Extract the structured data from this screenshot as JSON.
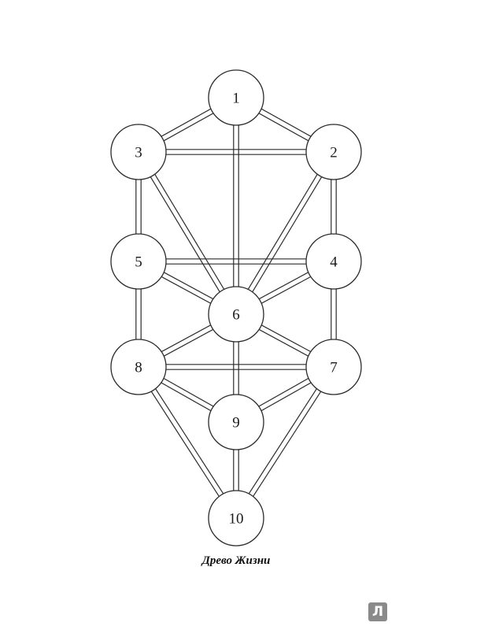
{
  "caption": "Древо Жизни",
  "logo_letter": "Л",
  "colors": {
    "line": "#2b2b2b",
    "node_fill": "#ffffff",
    "logo_bg": "#8a8a8a"
  },
  "nodes": [
    {
      "id": "1",
      "label": "1"
    },
    {
      "id": "2",
      "label": "2"
    },
    {
      "id": "3",
      "label": "3"
    },
    {
      "id": "4",
      "label": "4"
    },
    {
      "id": "5",
      "label": "5"
    },
    {
      "id": "6",
      "label": "6"
    },
    {
      "id": "7",
      "label": "7"
    },
    {
      "id": "8",
      "label": "8"
    },
    {
      "id": "9",
      "label": "9"
    },
    {
      "id": "10",
      "label": "10"
    }
  ],
  "paths": [
    [
      "1",
      "2"
    ],
    [
      "1",
      "3"
    ],
    [
      "1",
      "6"
    ],
    [
      "2",
      "3"
    ],
    [
      "2",
      "4"
    ],
    [
      "2",
      "6"
    ],
    [
      "3",
      "5"
    ],
    [
      "3",
      "6"
    ],
    [
      "4",
      "5"
    ],
    [
      "4",
      "6"
    ],
    [
      "4",
      "7"
    ],
    [
      "5",
      "6"
    ],
    [
      "5",
      "8"
    ],
    [
      "6",
      "7"
    ],
    [
      "6",
      "8"
    ],
    [
      "6",
      "9"
    ],
    [
      "7",
      "8"
    ],
    [
      "7",
      "9"
    ],
    [
      "7",
      "10"
    ],
    [
      "8",
      "9"
    ],
    [
      "8",
      "10"
    ],
    [
      "9",
      "10"
    ]
  ]
}
